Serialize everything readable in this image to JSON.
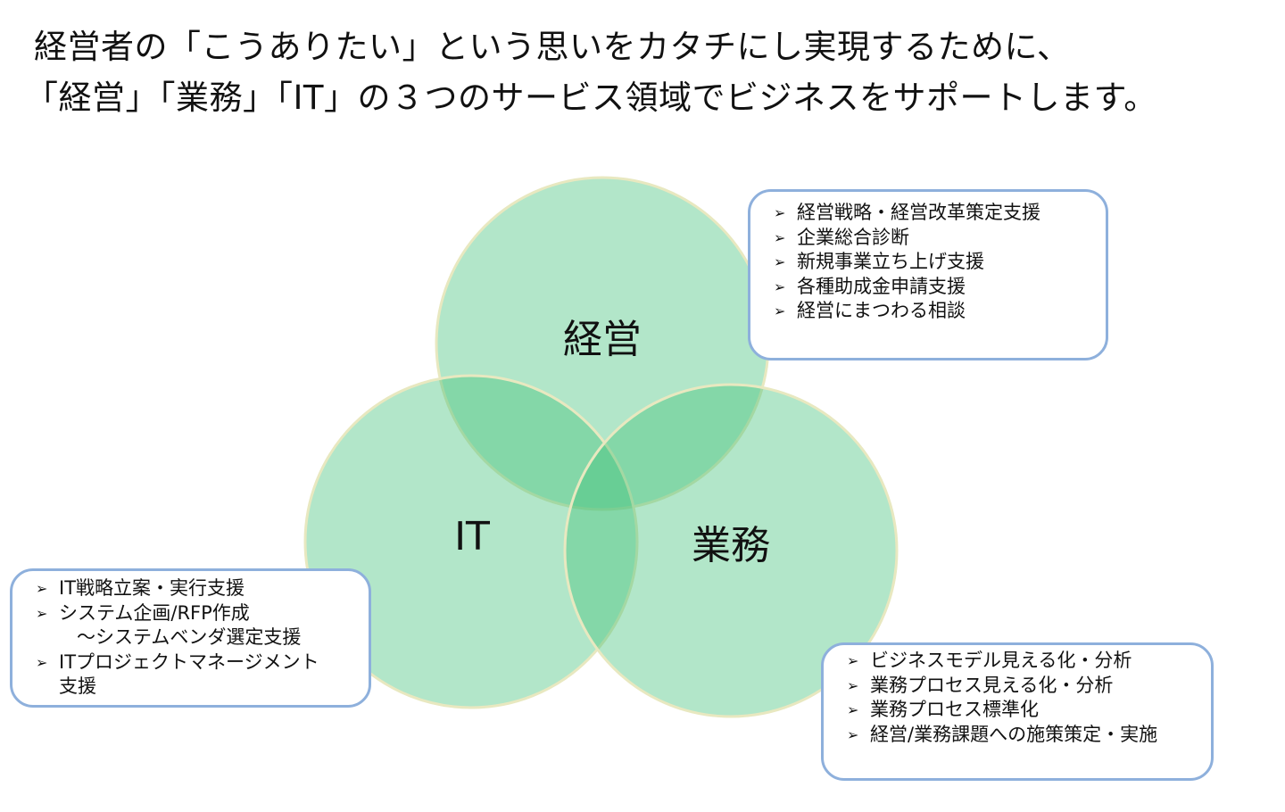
{
  "headline": {
    "line1": "経営者の「こうありたい」という思いをカタチにし実現するために、",
    "line2": "「経営」「業務」「IT」の３つのサービス領域でビジネスをサポートします。"
  },
  "circles": {
    "keiei": "経営",
    "it": "IT",
    "gyomu": "業務"
  },
  "boxes": {
    "keiei": {
      "items": [
        "経営戦略・経営改革策定支援",
        "企業総合診断",
        "新規事業立ち上げ支援",
        "各種助成金申請支援",
        "経営にまつわる相談"
      ]
    },
    "it": {
      "item1": "IT戦略立案・実行支援",
      "item2_line1": "システム企画/RFP作成",
      "item2_line2": "～システムベンダ選定支援",
      "item3_line1": "ITプロジェクトマネージメント",
      "item3_line2": "支援"
    },
    "gyomu": {
      "items": [
        "ビジネスモデル見える化・分析",
        "業務プロセス見える化・分析",
        "業務プロセス標準化",
        "経営/業務課題への施策策定・実施"
      ]
    }
  },
  "bullet": "➢",
  "colors": {
    "circle_fill": "#b3e6c8",
    "circle_stroke": "#dfe6b8",
    "box_border": "#8eb0dc"
  }
}
